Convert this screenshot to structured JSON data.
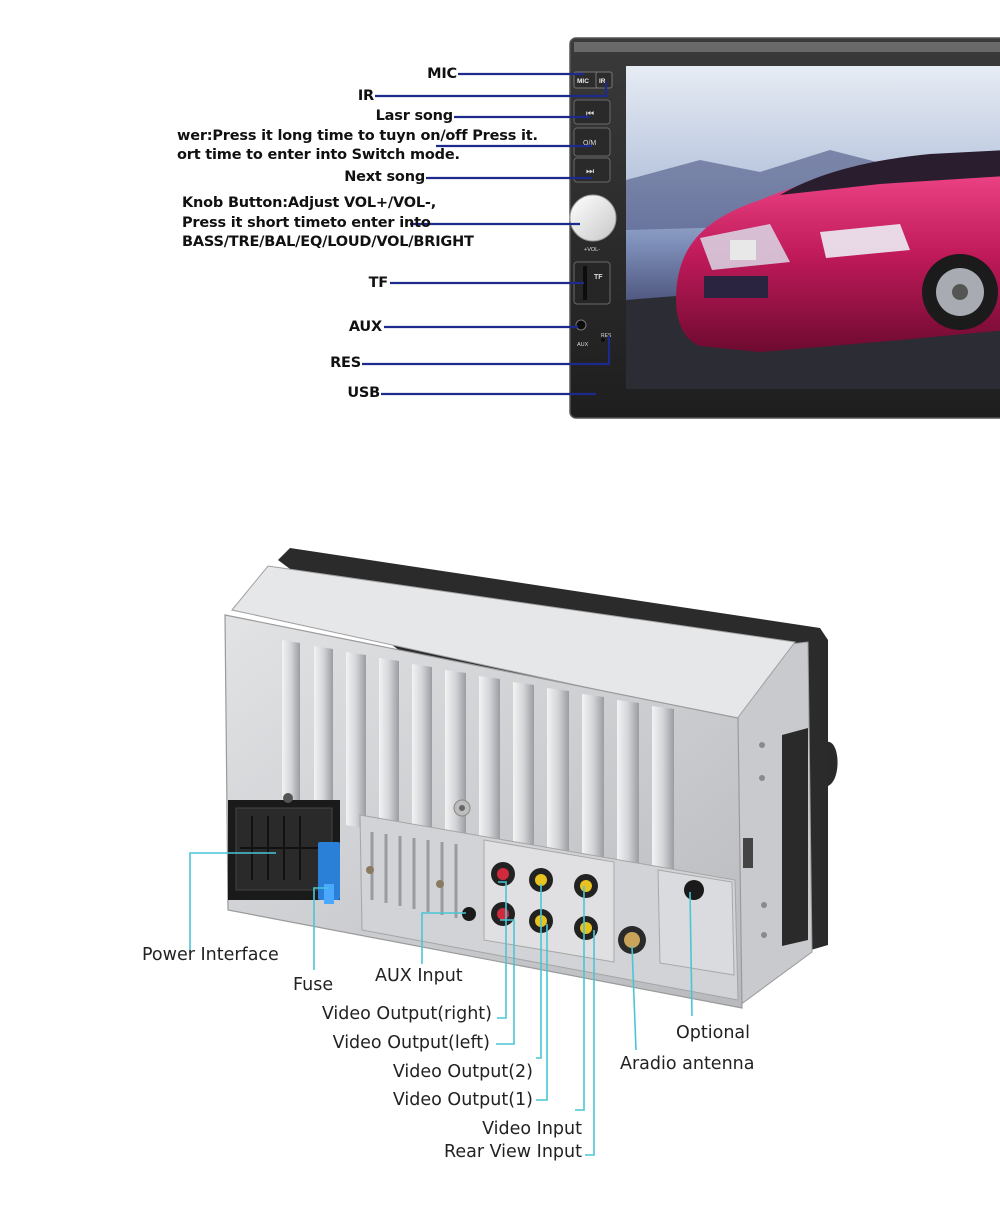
{
  "front_panel": {
    "device_labels": {
      "mic": "MIC",
      "ir": "IR",
      "prev": "⏮",
      "mode": "O/M",
      "next": "⏭",
      "vol": "+VOL-",
      "tf": "TF",
      "aux": "AUX",
      "res": "RES"
    },
    "callouts": [
      {
        "id": "mic",
        "text": "MIC"
      },
      {
        "id": "ir",
        "text": "IR"
      },
      {
        "id": "last-song",
        "text": "Lasr song"
      },
      {
        "id": "power-1",
        "text": "wer:Press it long time to tuyn on/off Press it."
      },
      {
        "id": "power-2",
        "text": "ort time to enter into Switch mode."
      },
      {
        "id": "next-song",
        "text": "Next song"
      },
      {
        "id": "knob-1",
        "text": "Knob Button:Adjust VOL+/VOL-,"
      },
      {
        "id": "knob-2",
        "text": "Press it short timeto enter into"
      },
      {
        "id": "knob-3",
        "text": "BASS/TRE/BAL/EQ/LOUD/VOL/BRIGHT"
      },
      {
        "id": "tf",
        "text": "TF"
      },
      {
        "id": "aux",
        "text": "AUX"
      },
      {
        "id": "res",
        "text": "RES"
      },
      {
        "id": "usb",
        "text": "USB"
      }
    ],
    "line_color": "#1d2a8c"
  },
  "rear_panel": {
    "callouts": [
      {
        "id": "power-interface",
        "text": "Power Interface"
      },
      {
        "id": "fuse",
        "text": "Fuse"
      },
      {
        "id": "aux-input",
        "text": "AUX Input"
      },
      {
        "id": "video-output-right",
        "text": "Video Output(right)"
      },
      {
        "id": "video-output-left",
        "text": "Video Output(left)"
      },
      {
        "id": "video-output-2",
        "text": "Video Output(2)"
      },
      {
        "id": "video-output-1",
        "text": "Video Output(1)"
      },
      {
        "id": "video-input",
        "text": "Video Input"
      },
      {
        "id": "rear-view-input",
        "text": "Rear View Input"
      },
      {
        "id": "optional",
        "text": "Optional"
      },
      {
        "id": "aradio-antenna",
        "text": "Aradio antenna"
      }
    ],
    "line_color": "#49c6d6"
  }
}
